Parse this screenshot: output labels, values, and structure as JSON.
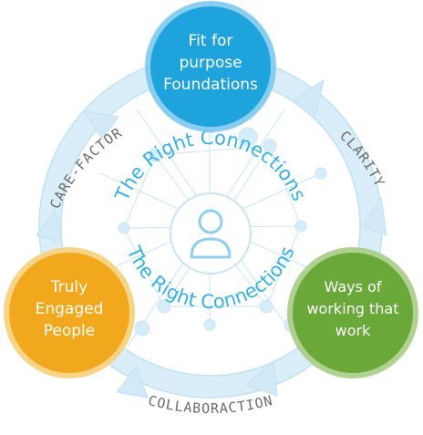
{
  "diagram": {
    "center_text_top": "The Right Connections",
    "center_text_bottom": "The Right Connections",
    "nodes": [
      {
        "id": "top",
        "lines": [
          "Fit for",
          "purpose",
          "Foundations"
        ],
        "color": "#1fa3dd",
        "ring": "#7cc8ee"
      },
      {
        "id": "left",
        "lines": [
          "Truly",
          "Engaged",
          "People"
        ],
        "color": "#f2a81d",
        "ring": "#f7cf7a"
      },
      {
        "id": "right",
        "lines": [
          "Ways of",
          "working that",
          "work"
        ],
        "color": "#6aa83a",
        "ring": "#a8cc86"
      }
    ],
    "cycle_labels": {
      "left": "CARE-FACTOR",
      "right": "CLARITY",
      "bottom": "COLLABORACTION"
    },
    "colors": {
      "arrow": "#d9eef8",
      "arrow_edge": "#bfe2f3",
      "network_line": "#c7e5f4",
      "network_node": "#d6edf9",
      "person_icon": "#8fd0ee",
      "label_text": "#6b6b6b"
    }
  }
}
